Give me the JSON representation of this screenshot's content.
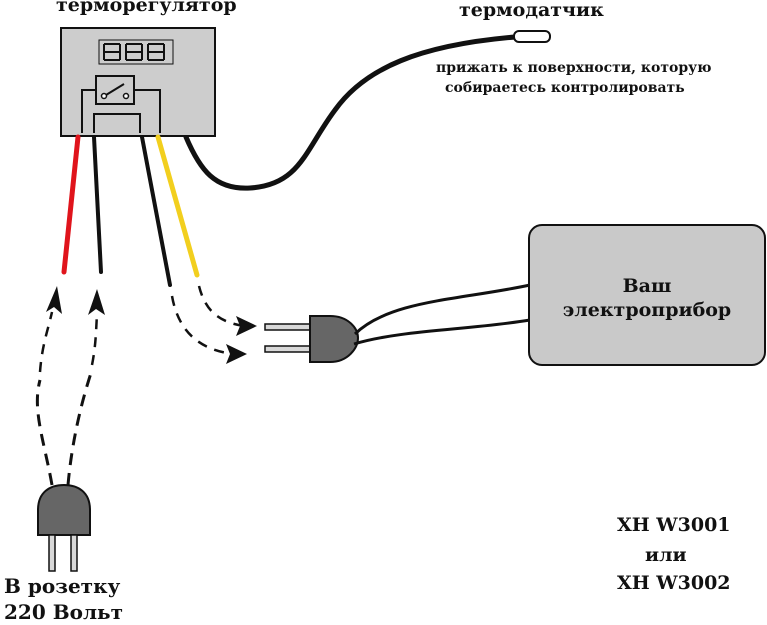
{
  "labels": {
    "thermostat": "терморегулятор",
    "sensor": "термодатчик",
    "sensor_note_1": "прижать к поверхности, которую",
    "sensor_note_2": "собираетесь контролировать",
    "device_1": "Ваш",
    "device_2": "электроприбор",
    "model_1": "XH W3001",
    "model_2": "или",
    "model_3": "XH W3002",
    "outlet_1": "В розетку",
    "outlet_2": "220 Вольт"
  },
  "display": {
    "digits": 3
  },
  "colors": {
    "housing": "#cdcdcd",
    "device": "#c9c9c9",
    "wire_black": "#111111",
    "wire_red": "#e0141c",
    "wire_yellow": "#f2cf1e",
    "plug": "#666666",
    "pin": "#d8d8d8"
  },
  "icons": [
    "relay-switch-icon",
    "plug-icon",
    "arrow-icon",
    "sensor-probe-icon"
  ]
}
